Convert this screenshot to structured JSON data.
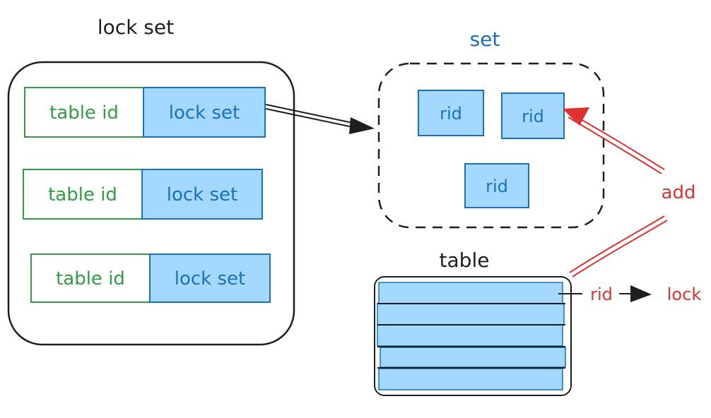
{
  "colors": {
    "ink": "#1e1e1e",
    "blue_stroke": "#1971c2",
    "blue_fill": "#a5d8ff",
    "green_stroke": "#2f9e44",
    "red_stroke": "#e03131"
  },
  "lock_set_container": {
    "title": "lock set",
    "rows": [
      {
        "key": "table id",
        "value": "lock set"
      },
      {
        "key": "table id",
        "value": "lock set"
      },
      {
        "key": "table id",
        "value": "lock set"
      }
    ]
  },
  "set_container": {
    "title": "set",
    "items": [
      "rid",
      "rid",
      "rid"
    ]
  },
  "table_container": {
    "title": "table",
    "row_count": 5,
    "entry_key": "rid",
    "entry_value": "lock"
  },
  "add_annotation": "add"
}
